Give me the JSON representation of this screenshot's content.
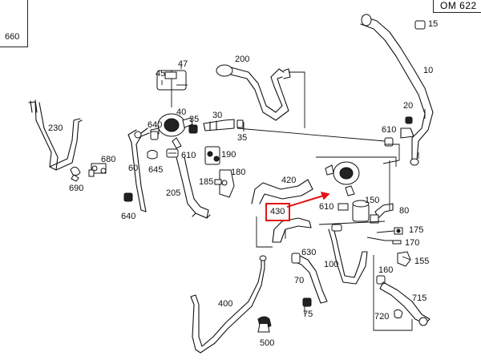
{
  "title": "OM 622",
  "highlight": {
    "label": "430",
    "color": "#e41212"
  },
  "inset_label": "660",
  "callouts": [
    {
      "id": "15",
      "text": "15"
    },
    {
      "id": "10",
      "text": "10"
    },
    {
      "id": "20",
      "text": "20"
    },
    {
      "id": "610a",
      "text": "610"
    },
    {
      "id": "200",
      "text": "200"
    },
    {
      "id": "45",
      "text": "45"
    },
    {
      "id": "47",
      "text": "47"
    },
    {
      "id": "40",
      "text": "40"
    },
    {
      "id": "30",
      "text": "30"
    },
    {
      "id": "35a",
      "text": "35"
    },
    {
      "id": "35b",
      "text": "35"
    },
    {
      "id": "640a",
      "text": "640"
    },
    {
      "id": "230",
      "text": "230"
    },
    {
      "id": "680",
      "text": "680"
    },
    {
      "id": "610b",
      "text": "610"
    },
    {
      "id": "190",
      "text": "190"
    },
    {
      "id": "60",
      "text": "60"
    },
    {
      "id": "645",
      "text": "645"
    },
    {
      "id": "180",
      "text": "180"
    },
    {
      "id": "690",
      "text": "690"
    },
    {
      "id": "185",
      "text": "185"
    },
    {
      "id": "205",
      "text": "205"
    },
    {
      "id": "420",
      "text": "420"
    },
    {
      "id": "640b",
      "text": "640"
    },
    {
      "id": "150",
      "text": "150"
    },
    {
      "id": "610c",
      "text": "610"
    },
    {
      "id": "80",
      "text": "80"
    },
    {
      "id": "175",
      "text": "175"
    },
    {
      "id": "170",
      "text": "170"
    },
    {
      "id": "630",
      "text": "630"
    },
    {
      "id": "155",
      "text": "155"
    },
    {
      "id": "100",
      "text": "100"
    },
    {
      "id": "160",
      "text": "160"
    },
    {
      "id": "70",
      "text": "70"
    },
    {
      "id": "400",
      "text": "400"
    },
    {
      "id": "715",
      "text": "715"
    },
    {
      "id": "75",
      "text": "75"
    },
    {
      "id": "720",
      "text": "720"
    },
    {
      "id": "500",
      "text": "500"
    }
  ]
}
